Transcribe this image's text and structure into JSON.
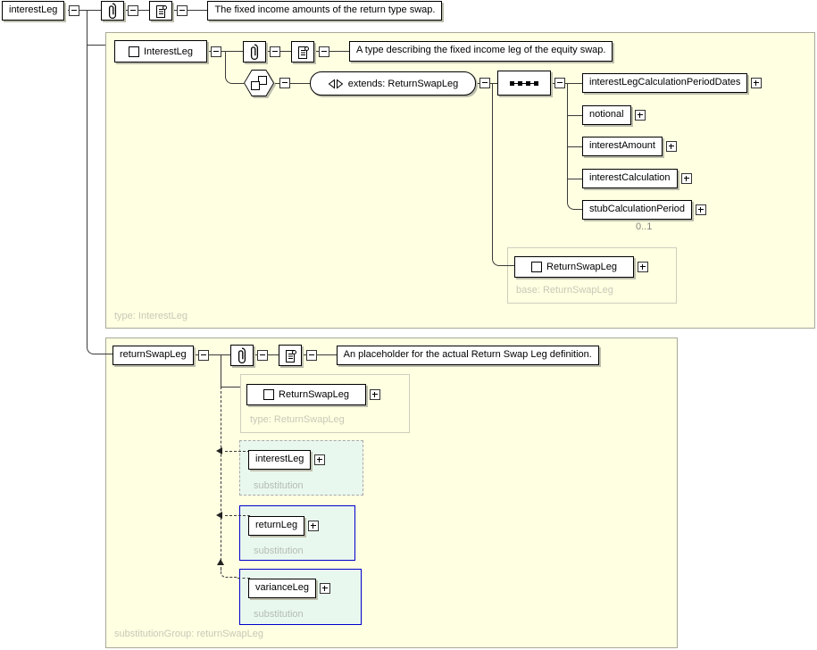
{
  "root": {
    "label": "interestLeg",
    "doc": "The fixed income amounts of the return type swap."
  },
  "interest_leg": {
    "type_name": "InterestLeg",
    "doc": "A type describing the fixed income leg of the equity swap.",
    "extends_label": "extends: ReturnSwapLeg",
    "children": [
      {
        "label": "interestLegCalculationPeriodDates"
      },
      {
        "label": "notional"
      },
      {
        "label": "interestAmount"
      },
      {
        "label": "interestCalculation"
      },
      {
        "label": "stubCalculationPeriod",
        "occurrence": "0..1"
      }
    ],
    "base": {
      "name": "ReturnSwapLeg",
      "caption": "base: ReturnSwapLeg"
    },
    "footer": "type: InterestLeg"
  },
  "return_swap_leg": {
    "element_label": "returnSwapLeg",
    "doc": "An placeholder for the actual Return Swap Leg definition.",
    "type_ref": {
      "name": "ReturnSwapLeg",
      "caption": "type: ReturnSwapLeg"
    },
    "substitutions": [
      {
        "label": "interestLeg",
        "caption": "substitution"
      },
      {
        "label": "returnLeg",
        "caption": "substitution"
      },
      {
        "label": "varianceLeg",
        "caption": "substitution"
      }
    ],
    "footer": "substitutionGroup: returnSwapLeg"
  },
  "icons": {
    "annotation": "paperclip-icon",
    "documentation": "scroll-icon",
    "sequence": "sequence-icon",
    "complex_content": "complex-content-icon",
    "extends": "extends-arrows-icon",
    "complex_type": "square-icon",
    "collapse": "minus-toggle-icon",
    "expand": "plus-toggle-icon"
  },
  "colors": {
    "panel_bg": "#ffffe1",
    "panel_border": "#a8a89a",
    "substitution_bg": "#e9f8ee",
    "substitution_border": "#0000cc",
    "muted_text": "#c8c8b8",
    "line": "#3a3a3a"
  }
}
